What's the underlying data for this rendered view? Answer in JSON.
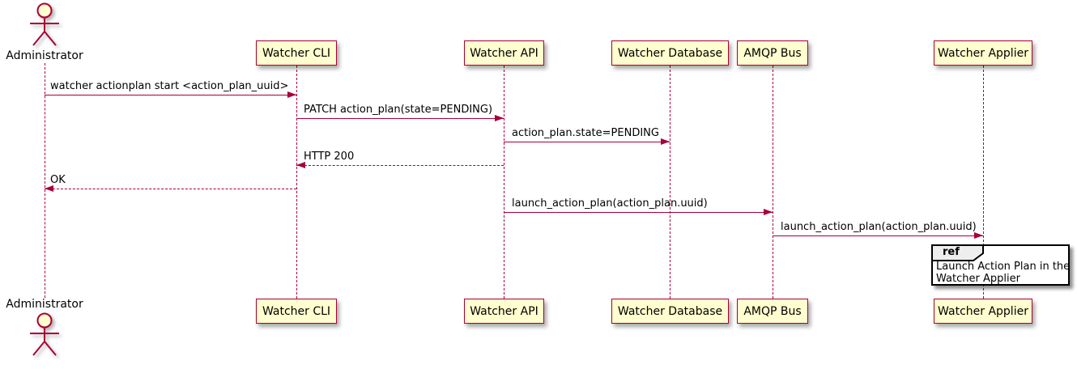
{
  "diagram_type": "uml-sequence",
  "colors": {
    "participant_fill": "#FEFECE",
    "participant_border": "#A80036",
    "message_line": "#A80036",
    "lifeline": "#A80036",
    "text": "#000000",
    "ref_fill": "#FFFFFF",
    "ref_header_fill": "#EEEEEE",
    "ref_border": "#000000"
  },
  "actor": {
    "name": "Administrator"
  },
  "participants": [
    {
      "label": "Watcher CLI"
    },
    {
      "label": "Watcher API"
    },
    {
      "label": "Watcher Database"
    },
    {
      "label": "AMQP Bus"
    },
    {
      "label": "Watcher Applier"
    }
  ],
  "messages": [
    {
      "from": "Administrator",
      "to": "Watcher CLI",
      "label": "watcher actionplan start <action_plan_uuid>",
      "line": "solid"
    },
    {
      "from": "Watcher CLI",
      "to": "Watcher API",
      "label": "PATCH action_plan(state=PENDING)",
      "line": "solid"
    },
    {
      "from": "Watcher API",
      "to": "Watcher Database",
      "label": "action_plan.state=PENDING",
      "line": "solid"
    },
    {
      "from": "Watcher API",
      "to": "Watcher CLI",
      "label": "HTTP 200",
      "line": "dashed"
    },
    {
      "from": "Watcher CLI",
      "to": "Administrator",
      "label": "OK",
      "line": "dashed"
    },
    {
      "from": "Watcher API",
      "to": "AMQP Bus",
      "label": "launch_action_plan(action_plan.uuid)",
      "line": "solid"
    },
    {
      "from": "AMQP Bus",
      "to": "Watcher Applier",
      "label": "launch_action_plan(action_plan.uuid)",
      "line": "solid"
    }
  ],
  "ref_fragment": {
    "keyword": "ref",
    "over": "Watcher Applier",
    "lines": [
      "Launch Action Plan in the",
      "Watcher Applier"
    ]
  }
}
